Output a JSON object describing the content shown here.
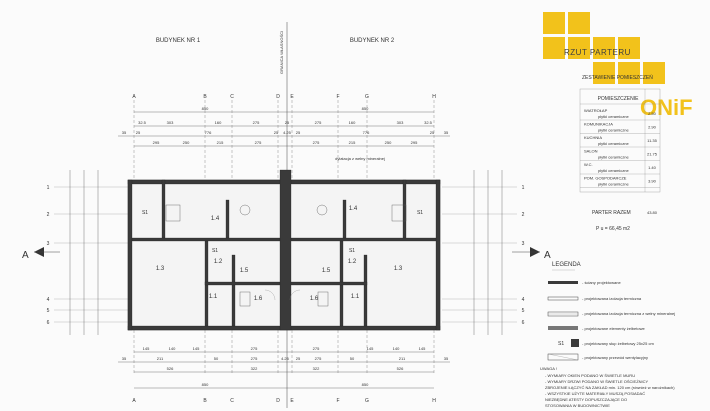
{
  "buildings": {
    "b1": "BUDYNEK NR 1",
    "b2": "BUDYNEK NR 2"
  },
  "boundary_label": "GRANICA WŁASNOŚCI",
  "wall_note": "dylatacja z wełny mineralnej",
  "axes": [
    "A",
    "B",
    "C",
    "D",
    "E",
    "F",
    "G",
    "H"
  ],
  "rows": [
    "1",
    "2",
    "3",
    "4",
    "5",
    "6"
  ],
  "section_marker": "A",
  "top_dims": {
    "overall": [
      "850",
      "850"
    ],
    "row2": [
      "32.5",
      "303",
      "160",
      "275",
      "25",
      "275",
      "160",
      "303",
      "32.5"
    ],
    "row3": [
      "35",
      "25",
      "776",
      "25",
      "4.25",
      "25",
      "776",
      "25",
      "35"
    ],
    "row4": [
      "295",
      "250",
      "215",
      "275",
      "275",
      "215",
      "250",
      "295"
    ]
  },
  "bottom_dims": {
    "row1": [
      "145",
      "140",
      "145",
      "275",
      "275",
      "145",
      "140",
      "145"
    ],
    "row2": [
      "35",
      "211",
      "50",
      "275",
      "4.25",
      "25",
      "275",
      "50",
      "211",
      "35"
    ],
    "row3": [
      "526",
      "322",
      "322",
      "526"
    ],
    "overall": [
      "850",
      "850"
    ]
  },
  "rooms": {
    "r14a": "1.4",
    "r14b": "1.4",
    "r13a": "1.3",
    "r13b": "1.3",
    "r12a": "1.2",
    "r12b": "1.2",
    "r15a": "1.5",
    "r15b": "1.5",
    "r11a": "1.1",
    "r11b": "1.1",
    "r16a": "1.6",
    "r16b": "1.6",
    "s1": "S1"
  },
  "logo": {
    "title": "RZUT PARTERU",
    "brand": "ONiF"
  },
  "schedule": {
    "title": "ZESTAWIENIE POMIESZCZEŃ",
    "header": "POMIESZCZENIE",
    "rows": [
      {
        "name": "WIATROŁAP",
        "finish": "płytki ceramiczne",
        "area": "2.50"
      },
      {
        "name": "KOMUNIKACJA",
        "finish": "płytki ceramiczne",
        "area": "2.90"
      },
      {
        "name": "KUCHNIA",
        "finish": "płytki ceramiczne",
        "area": "11.35"
      },
      {
        "name": "SALON",
        "finish": "płytki ceramiczne",
        "area": "21.75"
      },
      {
        "name": "W.C.",
        "finish": "płytki ceramiczne",
        "area": "1.40"
      },
      {
        "name": "POM. GOSPODARCZE",
        "finish": "płytki ceramiczne",
        "area": "3.90"
      }
    ],
    "total_label": "PARTER RAZEM",
    "total_value": "43.80",
    "pu": "P u = 66,45 m2"
  },
  "legend": {
    "title": "LEGENDA",
    "items": [
      "- ściany projektowane",
      "- projektowana izolacja termiczna",
      "- projektowana izolacja termiczna z wełny mineralnej",
      "- projektowane elementy żelbetowe",
      "- projektowany słup żelbetowy 25x25 cm",
      "- projektowany przewód wentylacyjny"
    ],
    "s1": "S1"
  },
  "notes": {
    "title": "UWAGA !",
    "lines": [
      "- WYMIARY OKIEN PODANO W ŚWIETLE MURU",
      "- WYMIARY DRZWI PODANO W ŚWIETLE OŚCIEŻNICY",
      "ZBROJENIE ŁĄCZYĆ NA ZAKŁAD min. 120 cm (również w narożnikach)",
      "- WSZYSTKIE UŻYTE MATERIAŁY MUSZĄ POSIADAĆ",
      "NIEZBĘDNE ATESTY DOPUSZCZAJĄCE DO",
      "STOSOWANIA W BUDOWNICTWIE"
    ]
  },
  "colors": {
    "accent": "#f2c21b",
    "ink": "#333333",
    "wall": "#3a3a3a"
  }
}
